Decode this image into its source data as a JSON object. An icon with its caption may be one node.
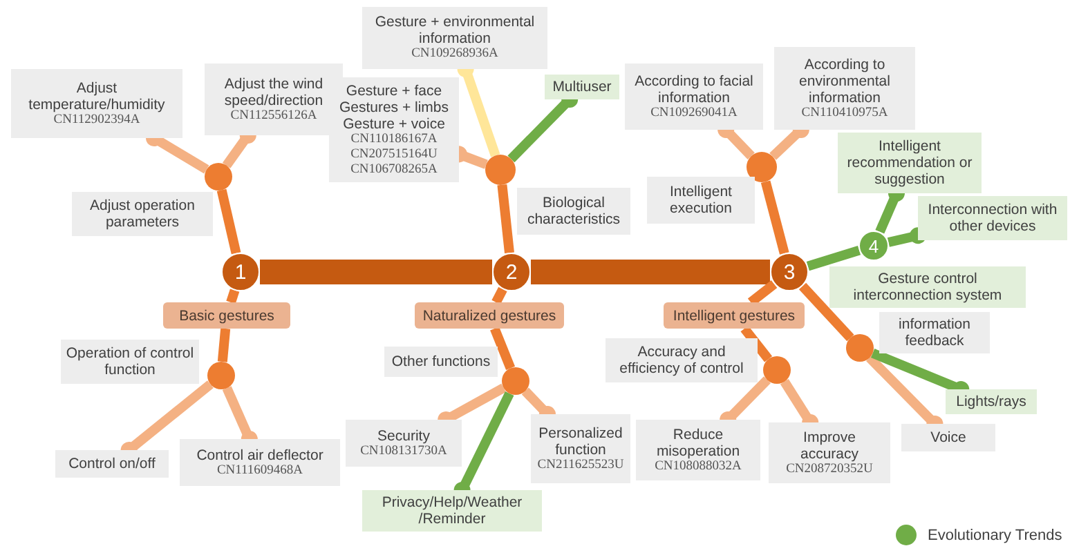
{
  "diagram": {
    "nodes": [
      {
        "text": [
          "1"
        ]
      },
      {
        "text": [
          "2"
        ]
      },
      {
        "text": [
          "3"
        ]
      },
      {
        "text": [
          "4"
        ]
      },
      {
        "text": [],
        "shape": "circle"
      },
      {
        "text": [
          "Adjust operation parameters"
        ]
      },
      {
        "text": [
          "Adjust temperature/humidity",
          "CN112902394A"
        ]
      },
      {
        "text": [
          "Adjust the wind speed/direction",
          "CN112556126A"
        ]
      },
      {
        "text": [
          "Basic gestures"
        ]
      },
      {
        "text": [],
        "shape": "circle"
      },
      {
        "text": [
          "Operation of control function"
        ]
      },
      {
        "text": [
          "Control on/off"
        ]
      },
      {
        "text": [
          "Control air deflector",
          "CN111609468A"
        ]
      },
      {
        "text": [],
        "shape": "circle"
      },
      {
        "text": [
          "Biological characteristics"
        ]
      },
      {
        "text": [
          "Gesture + environmental information",
          "CN109268936A"
        ]
      },
      {
        "text": [
          "Gesture + face",
          "Gestures + limbs",
          "Gesture + voice",
          "CN110186167A",
          "CN207515164U",
          "CN106708265A"
        ]
      },
      {
        "text": [
          "Multiuser"
        ]
      },
      {
        "text": [
          "Naturalized gestures"
        ]
      },
      {
        "text": [],
        "shape": "circle"
      },
      {
        "text": [
          "Other functions"
        ]
      },
      {
        "text": [
          "Security",
          "CN108131730A"
        ]
      },
      {
        "text": [
          "Personalized function",
          "CN211625523U"
        ]
      },
      {
        "text": [
          "Privacy/Help/Weather /Reminder"
        ]
      },
      {
        "text": [],
        "shape": "circle"
      },
      {
        "text": [
          "Intelligent execution"
        ]
      },
      {
        "text": [
          "According to facial information",
          "CN109269041A"
        ]
      },
      {
        "text": [
          "According to environmental information",
          "CN110410975A"
        ]
      },
      {
        "text": [
          "Intelligent gestures"
        ]
      },
      {
        "text": [],
        "shape": "circle"
      },
      {
        "text": [
          "Accuracy and efficiency of control"
        ]
      },
      {
        "text": [
          "Reduce misoperation",
          "CN108088032A"
        ]
      },
      {
        "text": [
          "Improve accuracy",
          "CN208720352U"
        ]
      },
      {
        "text": [],
        "shape": "circle"
      },
      {
        "text": [
          "information feedback"
        ]
      },
      {
        "text": [
          "Voice"
        ]
      },
      {
        "text": [
          "Lights/rays"
        ]
      },
      {
        "text": [
          "Gesture control interconnection system"
        ]
      },
      {
        "text": [
          "Intelligent recommendation or suggestion"
        ]
      },
      {
        "text": [
          "Interconnection with other devices"
        ]
      }
    ],
    "edges": [
      {
        "from": 0,
        "to": 1,
        "arrow": "none",
        "style": "thick",
        "color": "#c55a11"
      },
      {
        "from": 1,
        "to": 2,
        "arrow": "none",
        "style": "thick",
        "color": "#c55a11"
      },
      {
        "from": 2,
        "to": 3,
        "arrow": "none",
        "color": "#70ad47"
      },
      {
        "from": 0,
        "to": 4,
        "arrow": "none",
        "color": "#ed7d31"
      },
      {
        "from": 4,
        "to": 6,
        "arrow": "other"
      },
      {
        "from": 4,
        "to": 7,
        "arrow": "other"
      },
      {
        "from": 0,
        "to": 8,
        "arrow": "none",
        "color": "#ed7d31"
      },
      {
        "from": 8,
        "to": 9,
        "arrow": "none",
        "color": "#ed7d31"
      },
      {
        "from": 9,
        "to": 11,
        "arrow": "other"
      },
      {
        "from": 9,
        "to": 12,
        "arrow": "other"
      },
      {
        "from": 1,
        "to": 13,
        "arrow": "none",
        "color": "#ed7d31"
      },
      {
        "from": 13,
        "to": 15,
        "arrow": "other",
        "color": "#ffe699"
      },
      {
        "from": 13,
        "to": 16,
        "arrow": "other"
      },
      {
        "from": 13,
        "to": 17,
        "arrow": "other",
        "color": "#70ad47"
      },
      {
        "from": 1,
        "to": 18,
        "arrow": "none",
        "color": "#ed7d31"
      },
      {
        "from": 18,
        "to": 19,
        "arrow": "none",
        "color": "#ed7d31"
      },
      {
        "from": 19,
        "to": 21,
        "arrow": "other"
      },
      {
        "from": 19,
        "to": 22,
        "arrow": "other"
      },
      {
        "from": 19,
        "to": 23,
        "arrow": "other",
        "color": "#70ad47"
      },
      {
        "from": 2,
        "to": 24,
        "arrow": "none",
        "color": "#ed7d31"
      },
      {
        "from": 24,
        "to": 26,
        "arrow": "other"
      },
      {
        "from": 24,
        "to": 27,
        "arrow": "other"
      },
      {
        "from": 2,
        "to": 28,
        "arrow": "none",
        "color": "#ed7d31"
      },
      {
        "from": 28,
        "to": 29,
        "arrow": "none",
        "color": "#ed7d31"
      },
      {
        "from": 2,
        "to": 33,
        "arrow": "none",
        "color": "#ed7d31"
      },
      {
        "from": 29,
        "to": 31,
        "arrow": "other"
      },
      {
        "from": 29,
        "to": 32,
        "arrow": "other"
      },
      {
        "from": 33,
        "to": 35,
        "arrow": "other"
      },
      {
        "from": 33,
        "to": 36,
        "arrow": "other",
        "color": "#70ad47"
      },
      {
        "from": 3,
        "to": 38,
        "arrow": "other",
        "color": "#70ad47"
      },
      {
        "from": 3,
        "to": 39,
        "arrow": "other",
        "color": "#70ad47"
      }
    ],
    "legend": [
      {
        "text": "Evolutionary Trends",
        "color": "#70ad47"
      }
    ]
  }
}
